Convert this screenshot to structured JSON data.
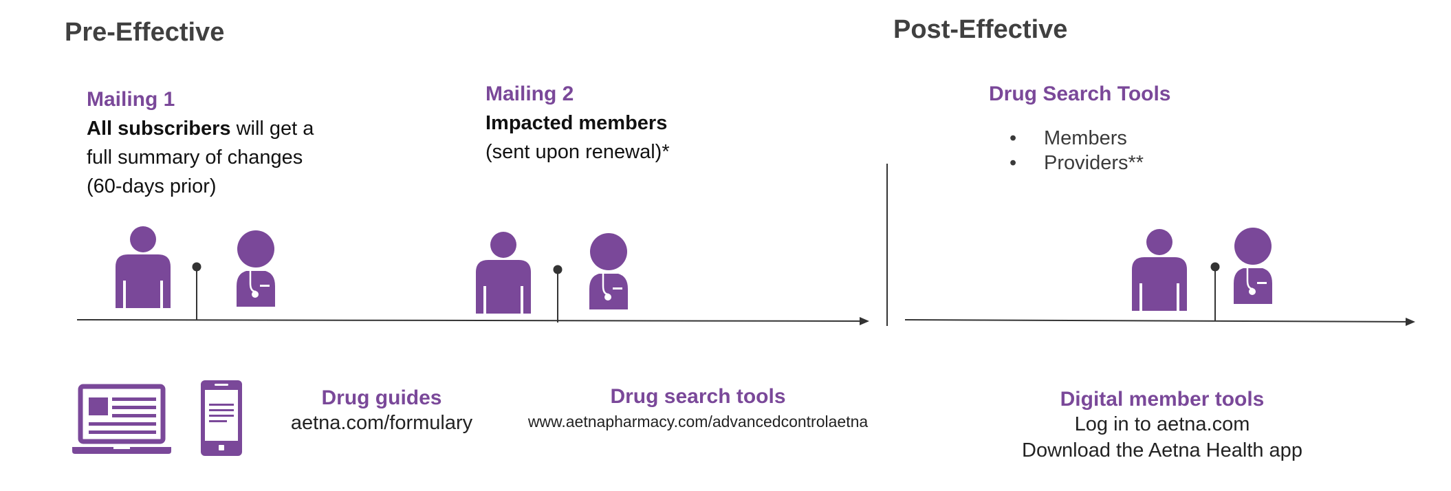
{
  "headings": {
    "pre_effective": "Pre-Effective",
    "post_effective": "Post-Effective"
  },
  "mailing1": {
    "label": "Mailing 1",
    "bold_lead": "All subscribers",
    "rest_line1": " will get a",
    "line2": "full summary of changes",
    "line3": "(60-days prior)"
  },
  "mailing2": {
    "label": "Mailing 2",
    "line1": "Impacted members",
    "line2": "(sent upon renewal)*"
  },
  "drug_search_tools": {
    "label": "Drug Search Tools",
    "items": [
      "Members",
      "Providers**"
    ],
    "bullet": "•"
  },
  "drug_guides": {
    "title": "Drug guides",
    "url": "aetna.com/formulary"
  },
  "drug_search": {
    "title": "Drug search tools",
    "url": "www.aetnapharmacy.com/advancedcontrolaetna"
  },
  "digital_tools": {
    "title": "Digital member tools",
    "line1": "Log in to aetna.com",
    "line2": "Download the Aetna Health app"
  },
  "icons": {
    "member": "person-icon",
    "provider": "doctor-icon",
    "laptop": "laptop-icon",
    "phone": "smartphone-icon"
  },
  "colors": {
    "brand_purple": "#7a4899",
    "heading_gray": "#404040",
    "line": "#333333"
  }
}
